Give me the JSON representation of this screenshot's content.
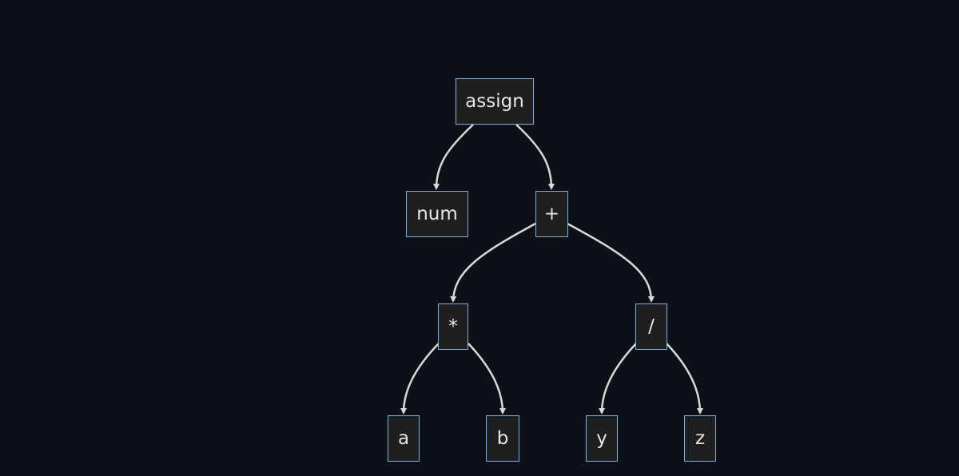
{
  "diagram": {
    "type": "expression-tree",
    "colors": {
      "background": "#0d1017",
      "node_fill": "#1f1f1f",
      "node_border": "#7fb0dc",
      "text": "#e6e6e6",
      "edge": "#d9d9d9"
    },
    "nodes": {
      "assign": "assign",
      "num": "num",
      "plus": "+",
      "mul": "*",
      "div": "/",
      "a": "a",
      "b": "b",
      "y": "y",
      "z": "z"
    },
    "edges": [
      {
        "from": "assign",
        "to": "num"
      },
      {
        "from": "assign",
        "to": "plus"
      },
      {
        "from": "plus",
        "to": "mul"
      },
      {
        "from": "plus",
        "to": "div"
      },
      {
        "from": "mul",
        "to": "a"
      },
      {
        "from": "mul",
        "to": "b"
      },
      {
        "from": "div",
        "to": "y"
      },
      {
        "from": "div",
        "to": "z"
      }
    ]
  }
}
